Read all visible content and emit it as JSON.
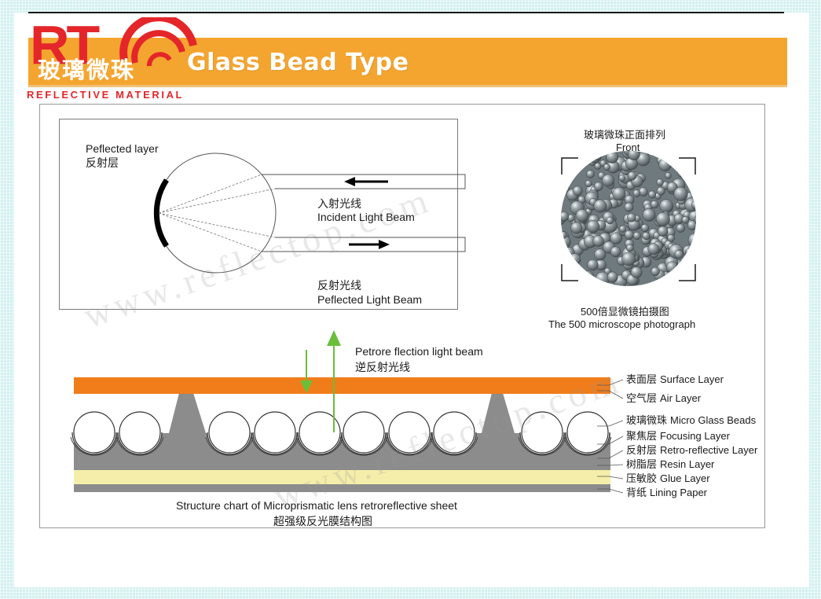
{
  "header": {
    "logo_text": "RT",
    "logo_cn": "玻璃微珠",
    "logo_subtitle": "REFLECTIVE MATERIAL",
    "title": "Glass Bead Type",
    "brand_color": "#e4262a",
    "banner_color": "#f4a52f"
  },
  "top_diagram": {
    "layer_cn": "反射层",
    "layer_en": "Peflected layer",
    "incident_cn": "入射光线",
    "incident_en": "Incident Light Beam",
    "reflected_cn": "反射光线",
    "reflected_en": "Peflected Light Beam"
  },
  "photo": {
    "caption_top_cn": "玻璃微珠正面排列",
    "caption_top_en": "Front",
    "caption_bottom_cn": "500倍显微镜拍摄图",
    "caption_bottom_en": "The 500 microscope photograph"
  },
  "structure": {
    "beam_en": "Petrore flection light beam",
    "beam_cn": "逆反射光线",
    "layers": [
      {
        "cn": "表面层",
        "en": "Surface Layer"
      },
      {
        "cn": "空气层",
        "en": "Air Layer"
      },
      {
        "cn": "玻璃微珠",
        "en": "Micro Glass Beads"
      },
      {
        "cn": "聚焦层",
        "en": "Focusing Layer"
      },
      {
        "cn": "反射层",
        "en": "Retro-reflective Layer"
      },
      {
        "cn": "树脂层",
        "en": "Resin Layer"
      },
      {
        "cn": "压敏胶",
        "en": "Glue Layer"
      },
      {
        "cn": "背纸",
        "en": "Lining Paper"
      }
    ],
    "caption_en": "Structure chart of Microprismatic lens retroreflective sheet",
    "caption_cn": "超强级反光膜结构图"
  },
  "watermark": "www.reflectop.com",
  "colors": {
    "surface": "#f07d1a",
    "glue": "#f5eeaa",
    "resin": "#8c8c8c",
    "beam": "#6abf3a"
  }
}
